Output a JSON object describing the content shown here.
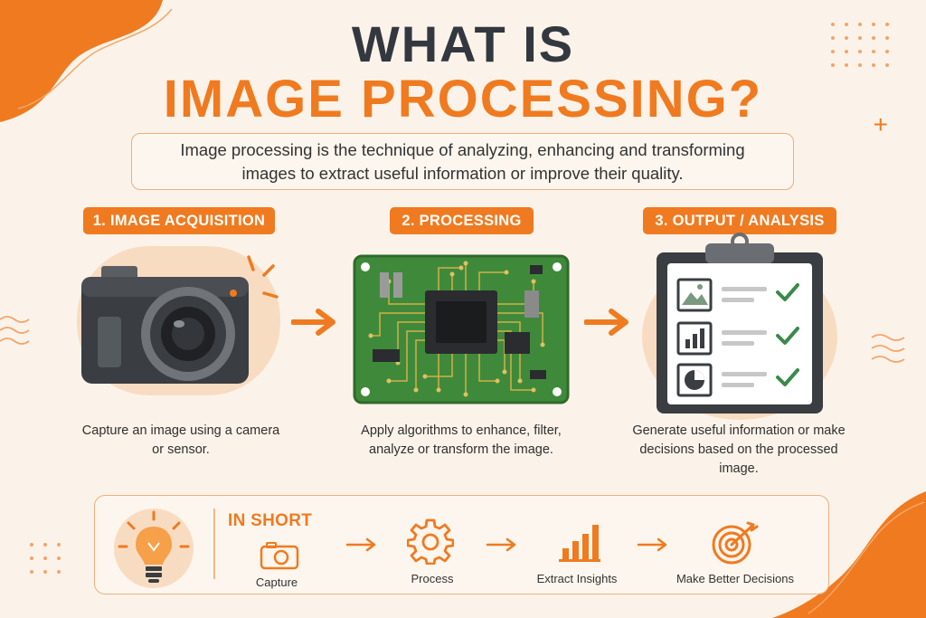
{
  "title": {
    "line1": "WHAT IS",
    "line2": "IMAGE PROCESSING?"
  },
  "description": "Image processing is the technique of analyzing, enhancing and transforming images to extract useful information or improve their quality.",
  "steps": [
    {
      "label": "1. IMAGE ACQUISITION",
      "caption": "Capture an image using a camera or sensor.",
      "icon": "camera-icon"
    },
    {
      "label": "2. PROCESSING",
      "caption": "Apply algorithms to enhance, filter, analyze or transform the image.",
      "icon": "circuit-board-icon"
    },
    {
      "label": "3. OUTPUT / ANALYSIS",
      "caption": "Generate useful information or make decisions based on the processed image.",
      "icon": "clipboard-checklist-icon"
    }
  ],
  "in_short": {
    "heading": "IN SHORT",
    "items": [
      {
        "label": "Capture",
        "icon": "camera-outline-icon"
      },
      {
        "label": "Process",
        "icon": "gear-icon"
      },
      {
        "label": "Extract Insights",
        "icon": "bar-chart-icon"
      },
      {
        "label": "Make Better Decisions",
        "icon": "target-icon"
      }
    ]
  },
  "colors": {
    "accent": "#f07a20",
    "background": "#fbf3e9",
    "title_dark": "#333840",
    "board_green": "#3f8a3a",
    "check_green": "#3a8a4a"
  }
}
